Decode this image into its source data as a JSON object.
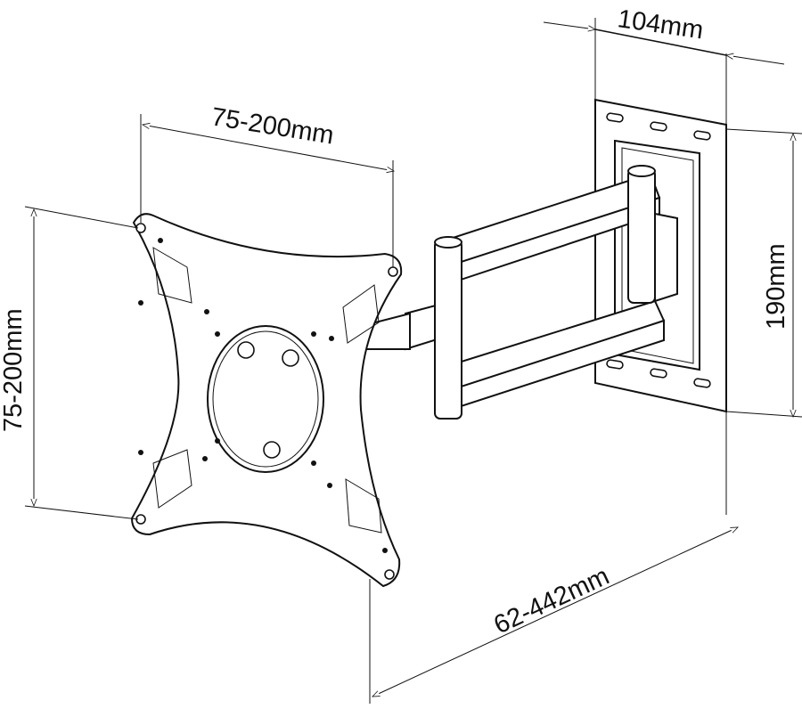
{
  "title": "TV wall mount bracket dimensions",
  "dimensions": {
    "wall_plate_width": "104mm",
    "wall_plate_height": "190mm",
    "vesa_horizontal": "75-200mm",
    "vesa_vertical": "75-200mm",
    "arm_extension": "62-442mm"
  },
  "colors": {
    "line": "#111111",
    "background": "#ffffff"
  }
}
